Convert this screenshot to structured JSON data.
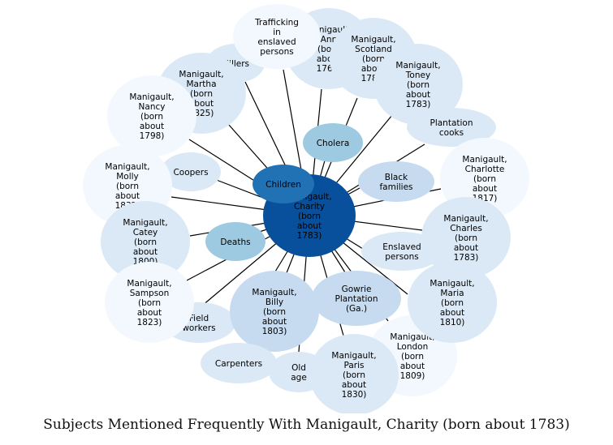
{
  "title": "Subjects Mentioned Frequently With Manigault, Charity (born about 1783)",
  "colors": {
    "center": "#08509c",
    "dark": "#2171b5",
    "medium": "#9ecae1",
    "light": "#c6dbef",
    "pale": "#dbe9f6",
    "palest": "#f3f8fe",
    "edge": "#000000"
  },
  "center_node": {
    "label_lines": [
      "Manigault,",
      "Charity",
      "(born",
      "about",
      "1783)"
    ],
    "level": "center"
  },
  "nodes": [
    {
      "label_lines": [
        "Manigault,",
        "Ann",
        "(born",
        "about",
        "1760)"
      ],
      "level": "pale"
    },
    {
      "label_lines": [
        "Manigault,",
        "Scotland",
        "(born",
        "about",
        "1780)"
      ],
      "level": "pale"
    },
    {
      "label_lines": [
        "Millers"
      ],
      "level": "pale"
    },
    {
      "label_lines": [
        "Manigault,",
        "Martha",
        "(born",
        "about",
        "1825)"
      ],
      "level": "pale"
    },
    {
      "label_lines": [
        "Trafficking",
        "in",
        "enslaved",
        "persons"
      ],
      "level": "palest"
    },
    {
      "label_lines": [
        "Manigault,",
        "Toney",
        "(born",
        "about",
        "1783)"
      ],
      "level": "pale"
    },
    {
      "label_lines": [
        "Manigault,",
        "Nancy",
        "(born",
        "about",
        "1798)"
      ],
      "level": "palest"
    },
    {
      "label_lines": [
        "Plantation",
        "cooks"
      ],
      "level": "pale"
    },
    {
      "label_lines": [
        "Cholera"
      ],
      "level": "medium"
    },
    {
      "label_lines": [
        "Coopers"
      ],
      "level": "pale"
    },
    {
      "label_lines": [
        "Black",
        "families"
      ],
      "level": "light"
    },
    {
      "label_lines": [
        "Manigault,",
        "Charlotte",
        "(born",
        "about",
        "1817)"
      ],
      "level": "palest"
    },
    {
      "label_lines": [
        "Manigault,",
        "Molly",
        "(born",
        "about",
        "1832)"
      ],
      "level": "palest"
    },
    {
      "label_lines": [
        "Children"
      ],
      "level": "dark"
    },
    {
      "label_lines": [
        "Manigault,",
        "Catey",
        "(born",
        "about",
        "1800)"
      ],
      "level": "pale"
    },
    {
      "label_lines": [
        "Manigault,",
        "Charles",
        "(born",
        "about",
        "1783)"
      ],
      "level": "pale"
    },
    {
      "label_lines": [
        "Deaths"
      ],
      "level": "medium"
    },
    {
      "label_lines": [
        "Enslaved",
        "persons"
      ],
      "level": "pale"
    },
    {
      "label_lines": [
        "Manigault,",
        "London",
        "(born",
        "about",
        "1809)"
      ],
      "level": "palest"
    },
    {
      "label_lines": [
        "Manigault,",
        "Maria",
        "(born",
        "about",
        "1810)"
      ],
      "level": "pale"
    },
    {
      "label_lines": [
        "Field",
        "workers"
      ],
      "level": "pale"
    },
    {
      "label_lines": [
        "Manigault,",
        "Sampson",
        "(born",
        "about",
        "1823)"
      ],
      "level": "palest"
    },
    {
      "label_lines": [
        "Gowrie",
        "Plantation",
        "(Ga.)"
      ],
      "level": "light"
    },
    {
      "label_lines": [
        "Manigault,",
        "Billy",
        "(born",
        "about",
        "1803)"
      ],
      "level": "light"
    },
    {
      "label_lines": [
        "Carpenters"
      ],
      "level": "pale"
    },
    {
      "label_lines": [
        "Old",
        "age"
      ],
      "level": "pale"
    },
    {
      "label_lines": [
        "Manigault,",
        "Paris",
        "(born",
        "about",
        "1830)"
      ],
      "level": "pale"
    }
  ]
}
